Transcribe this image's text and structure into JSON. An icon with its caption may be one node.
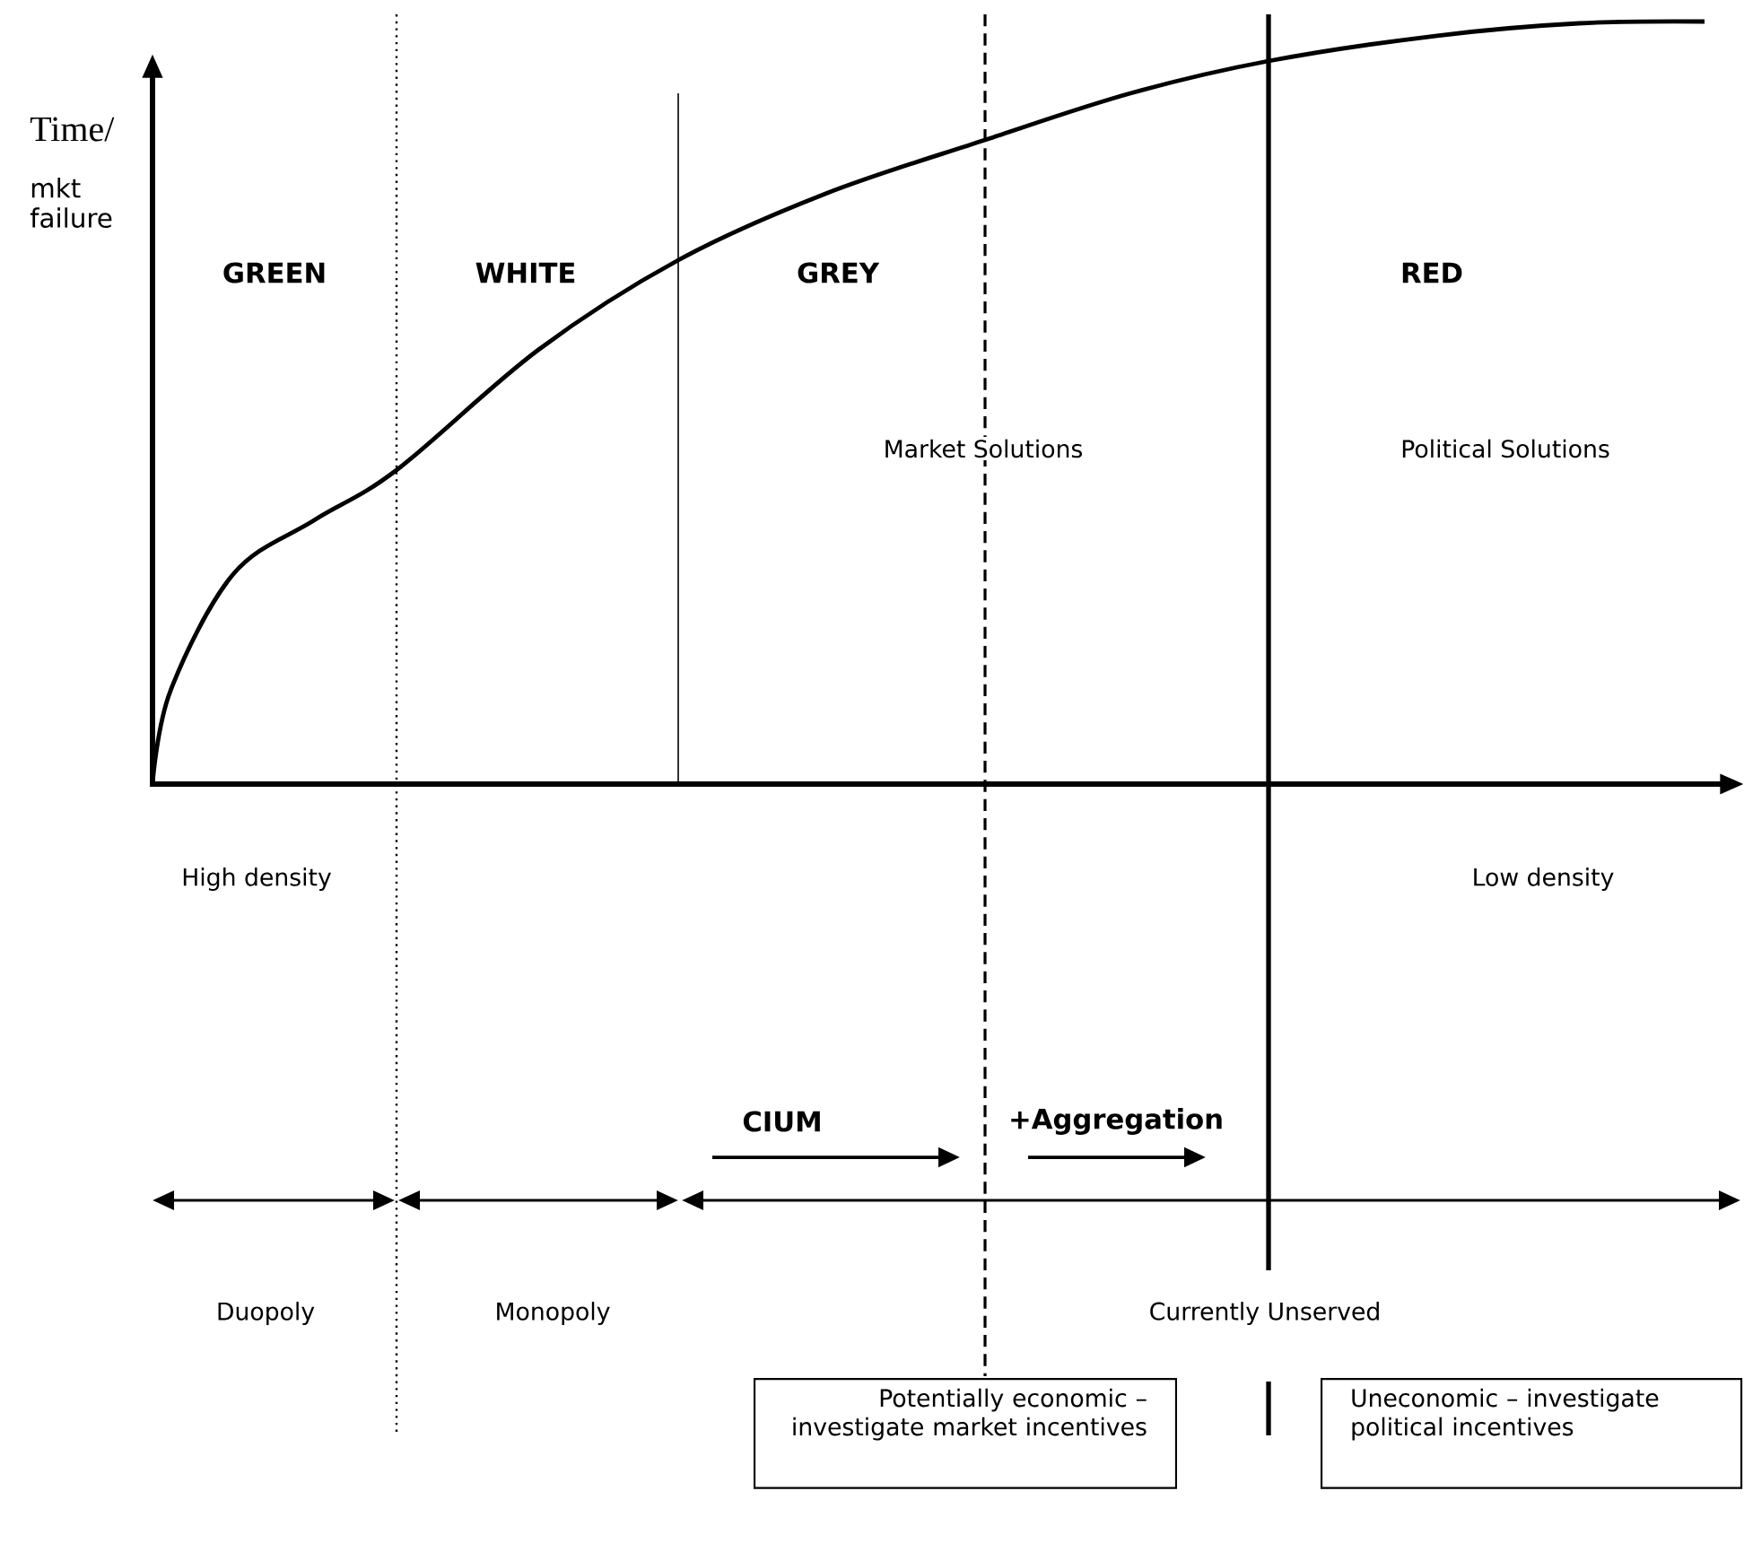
{
  "diagram": {
    "nodes": [
      {
        "text": [
          "Potentially economic – investigate market incentives"
        ]
      },
      {
        "text": [
          "Uneconomic – investigate political incentives"
        ]
      }
    ],
    "labels": [
      "Time/",
      "mkt failure",
      "GREEN",
      "WHITE",
      "GREY",
      "RED",
      "Market Solutions",
      "Political Solutions",
      "High density",
      "Low density",
      "CIUM",
      "+Aggregation",
      "Duopoly",
      "Monopoly",
      "Currently Unserved"
    ]
  }
}
